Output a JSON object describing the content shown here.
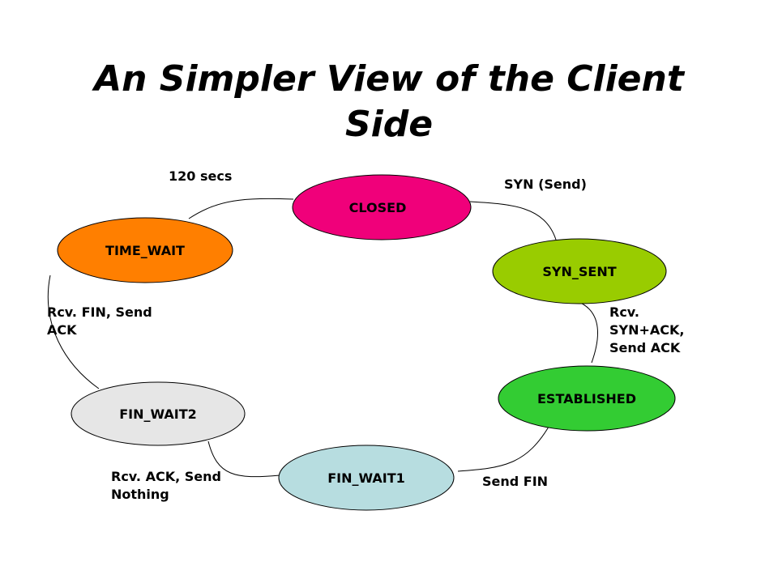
{
  "title": {
    "line1": "An Simpler View of the Client",
    "line2": "Side"
  },
  "states": {
    "closed": {
      "label": "CLOSED",
      "color": "#f0007a"
    },
    "syn_sent": {
      "label": "SYN_SENT",
      "color": "#99cc00"
    },
    "established": {
      "label": "ESTABLISHED",
      "color": "#33cc33"
    },
    "fin_wait1": {
      "label": "FIN_WAIT1",
      "color": "#b7dde0"
    },
    "fin_wait2": {
      "label": "FIN_WAIT2",
      "color": "#e6e6e6"
    },
    "time_wait": {
      "label": "TIME_WAIT",
      "color": "#ff7f00"
    }
  },
  "transitions": {
    "closed_to_syn_sent": {
      "label": [
        "SYN (Send)"
      ]
    },
    "syn_sent_to_established": {
      "label": [
        "Rcv.",
        "SYN+ACK,",
        "Send ACK"
      ]
    },
    "established_to_fin_wait1": {
      "label": [
        "Send FIN"
      ]
    },
    "fin_wait1_to_fin_wait2": {
      "label": [
        "Rcv. ACK, Send",
        "Nothing"
      ]
    },
    "fin_wait2_to_time_wait": {
      "label": [
        "Rcv. FIN, Send",
        "ACK"
      ]
    },
    "time_wait_to_closed": {
      "label": [
        "120 secs"
      ]
    }
  }
}
